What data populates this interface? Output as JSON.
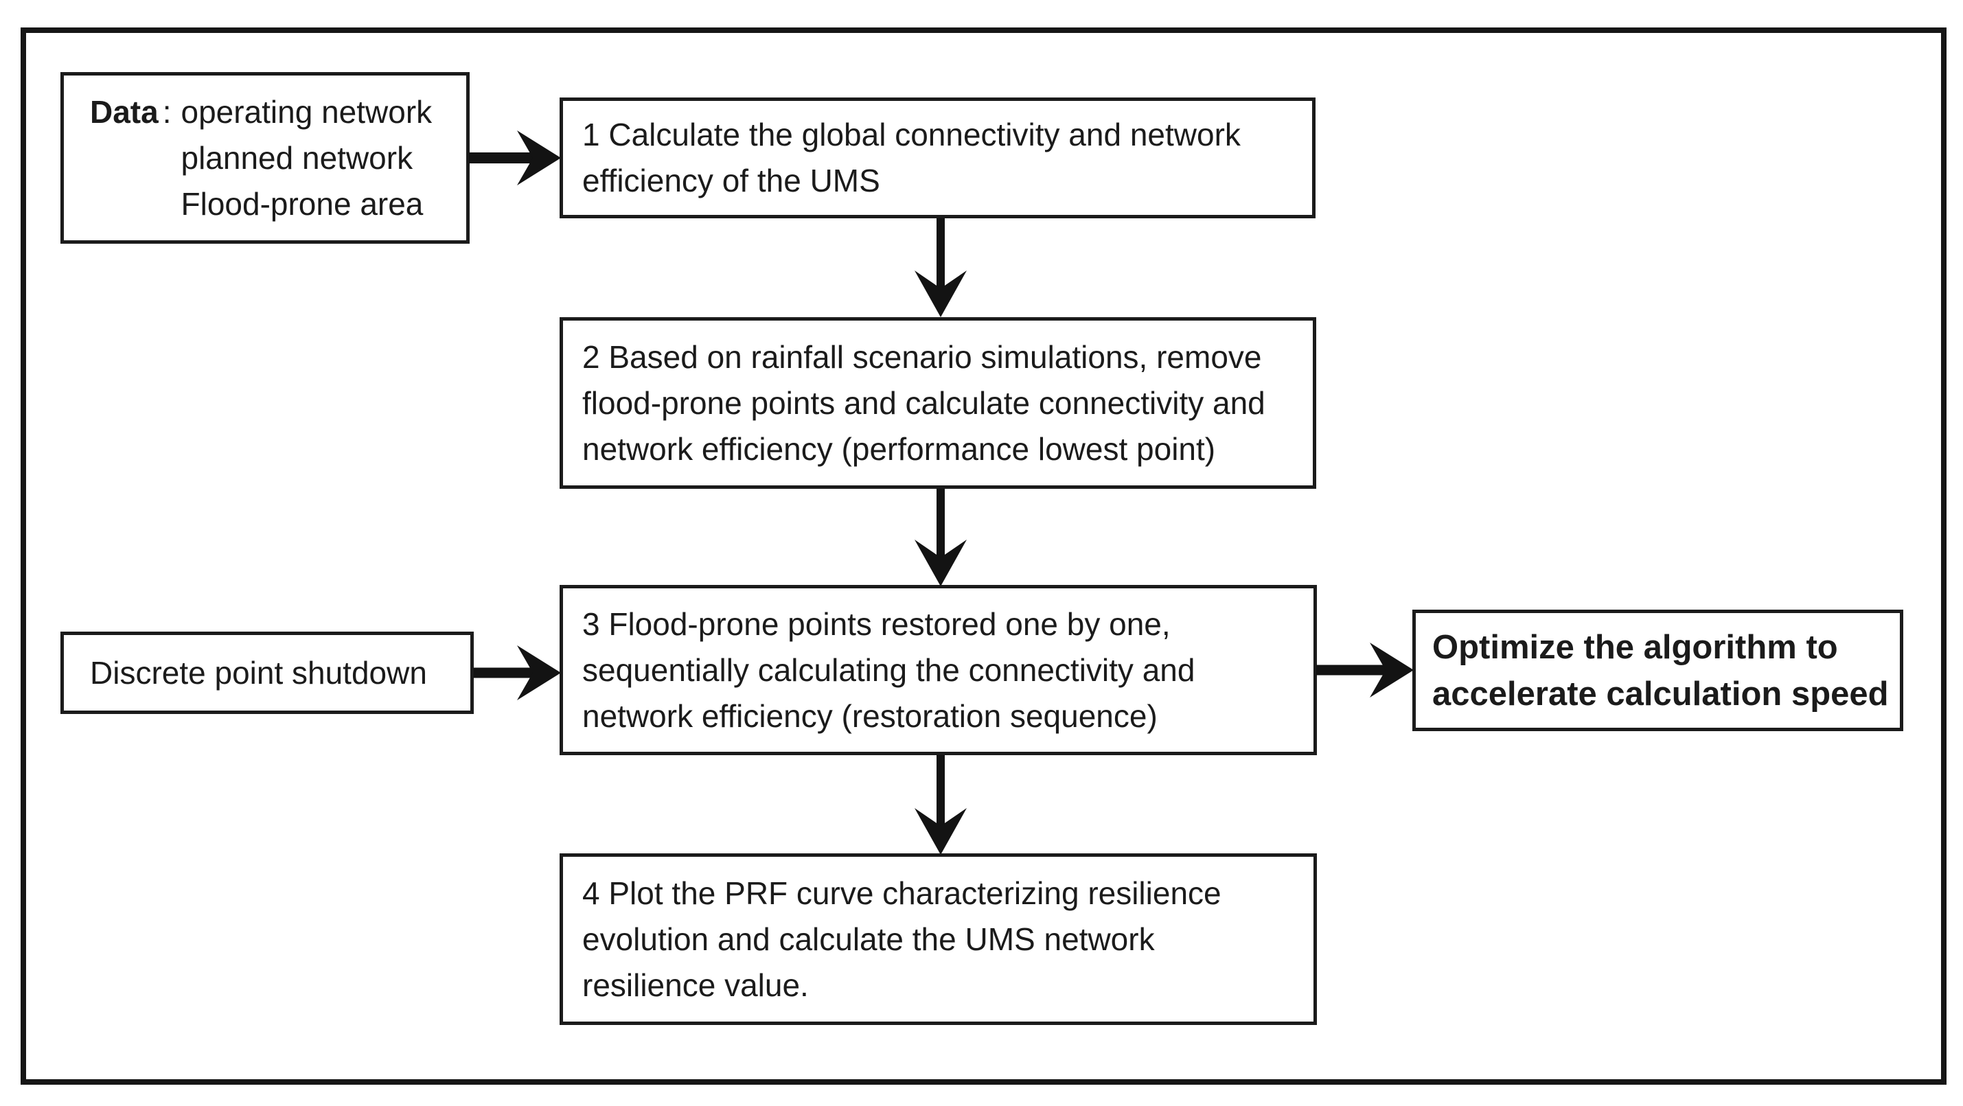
{
  "diagram": {
    "boxes": {
      "data": {
        "label": "Data",
        "colon": ":",
        "lines": [
          "operating network",
          "planned network",
          "Flood-prone area"
        ]
      },
      "step1": {
        "lines": [
          "1 Calculate the global connectivity and network",
          "efficiency of the UMS"
        ]
      },
      "step2": {
        "lines": [
          "2 Based on rainfall scenario simulations, remove",
          "flood-prone points and calculate connectivity and",
          "network efficiency (performance lowest point)"
        ]
      },
      "step3": {
        "lines": [
          "3 Flood-prone points restored one by one,",
          "sequentially calculating the connectivity and",
          "network efficiency (restoration sequence)"
        ]
      },
      "step4": {
        "lines": [
          "4 Plot the PRF curve characterizing resilience",
          "evolution and calculate the UMS network",
          "resilience value."
        ]
      },
      "discrete": {
        "text": "Discrete point shutdown"
      },
      "optimize": {
        "lines": [
          "Optimize the algorithm to",
          "accelerate calculation speed"
        ]
      }
    },
    "colors": {
      "background": "#ffffff",
      "line": "#161616",
      "text": "#1b1b1b"
    }
  }
}
